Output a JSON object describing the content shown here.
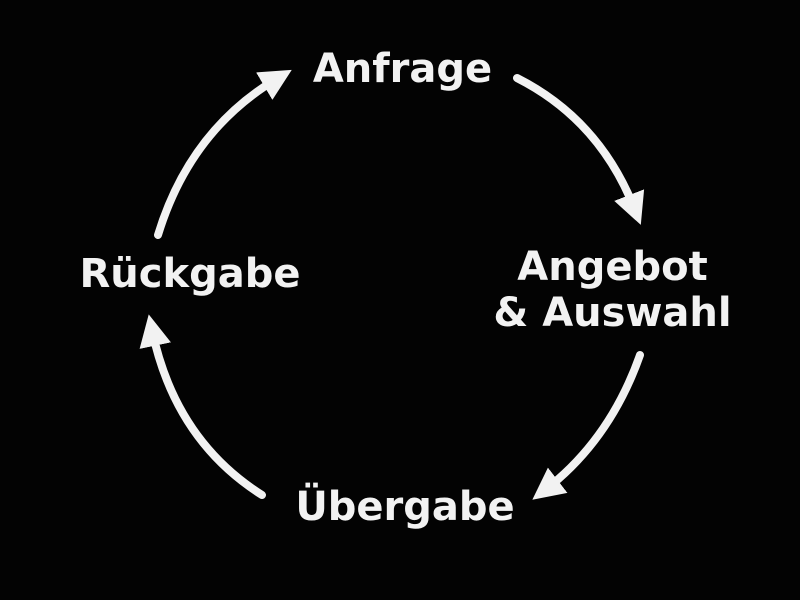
{
  "diagram": {
    "type": "cycle",
    "colors": {
      "background": "#030303",
      "foreground": "#f2f2f2"
    },
    "nodes": [
      {
        "label": "Anfrage"
      },
      {
        "label_line1": "Angebot",
        "label_line2": "& Auswahl"
      },
      {
        "label": "Übergabe"
      },
      {
        "label": "Rückgabe"
      }
    ]
  }
}
